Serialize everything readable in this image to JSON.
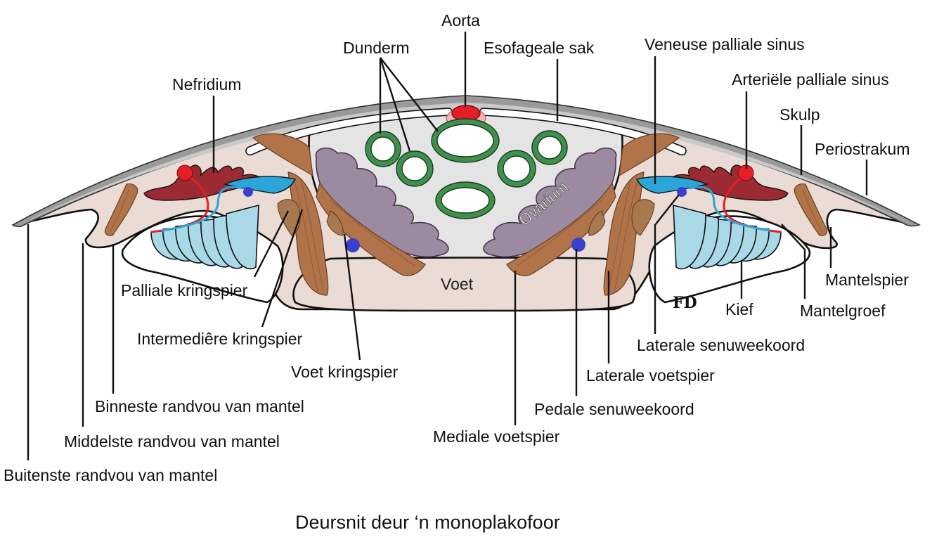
{
  "caption": "Deursnit deur ‘n monoplakofoor",
  "labels": {
    "aorta": "Aorta",
    "dunderm": "Dunderm",
    "esofageale_sak": "Esofageale sak",
    "veneuse_palliale_sinus": "Veneuse palliale sinus",
    "arteriele_palliale_sinus": "Arteriële palliale sinus",
    "nefridium": "Nefridium",
    "skulp": "Skulp",
    "periostrakum": "Periostrakum",
    "ovarium": "Ovarium",
    "voet": "Voet",
    "palliale_kringspier": "Palliale kringspier",
    "intermediere_kringspier": "Intermediêre kringspier",
    "voet_kringspier": "Voet kringspier",
    "binneste_randvou": "Binneste randvou van mantel",
    "middelste_randvou": "Middelste randvou van mantel",
    "buitenste_randvou": "Buitenste randvou van mantel",
    "mediale_voetspier": "Mediale voetspier",
    "pedale_senuweekoord": "Pedale senuweekoord",
    "laterale_voetspier": "Laterale voetspier",
    "laterale_senuweekoord": "Laterale senuweekoord",
    "kief": "Kief",
    "mantelgroef": "Mantelgroef",
    "mantelspier": "Mantelspier",
    "signature": "FD"
  },
  "colors": {
    "shell": "#9a9a9a",
    "mantle": "#eadbd4",
    "visceral": "#e4e4e4",
    "muscle": "#b0734a",
    "ovary": "#9c8aa0",
    "intestine": "#3f8f4f",
    "aorta": "#e41e26",
    "nephridium": "#9c2a33",
    "venous_sinus": "#2aa6d8",
    "gill": "#a9d8e6",
    "nerve_cord": "#3b3fd0"
  }
}
